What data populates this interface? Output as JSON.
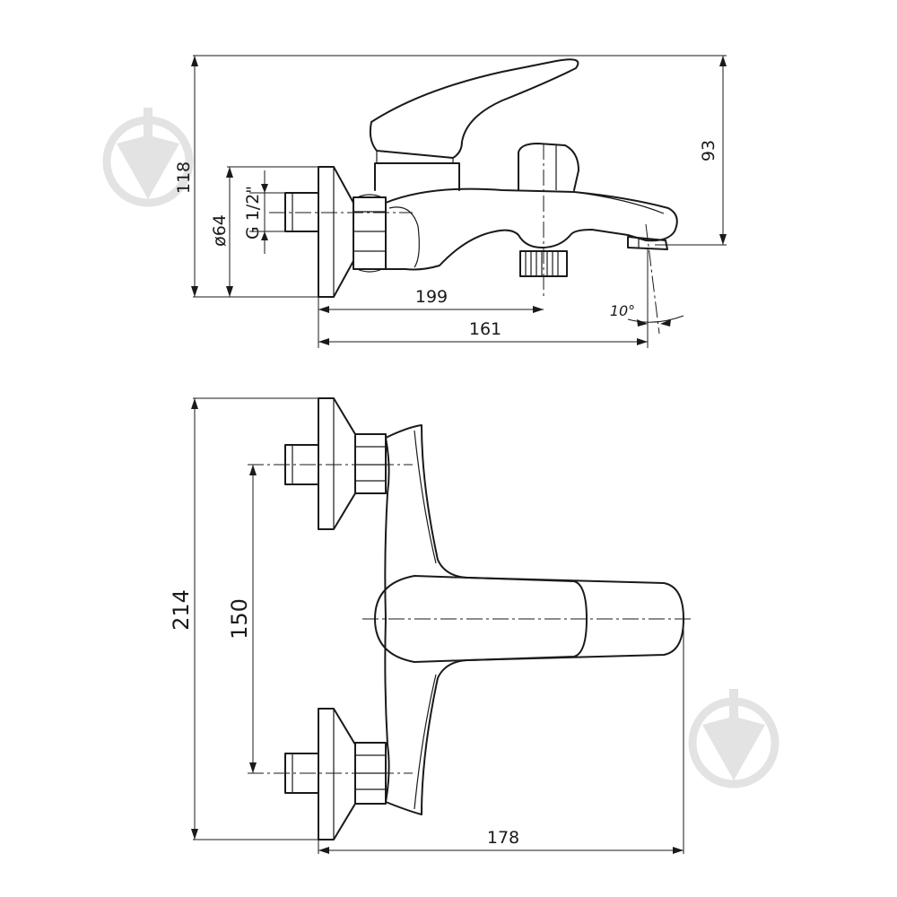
{
  "side_view": {
    "dim_height": "118",
    "dim_spout_height": "93",
    "dim_flange_diameter": "ø64",
    "dim_thread": "G 1/2\"",
    "dim_outlet_distance": "199",
    "dim_spout_length": "161",
    "dim_angle": "10°"
  },
  "top_view": {
    "dim_total_width": "214",
    "dim_inlet_spacing": "150",
    "dim_depth": "178"
  },
  "watermarks": [
    {
      "icon": "drop-logo-icon"
    },
    {
      "icon": "drop-logo-icon"
    }
  ]
}
